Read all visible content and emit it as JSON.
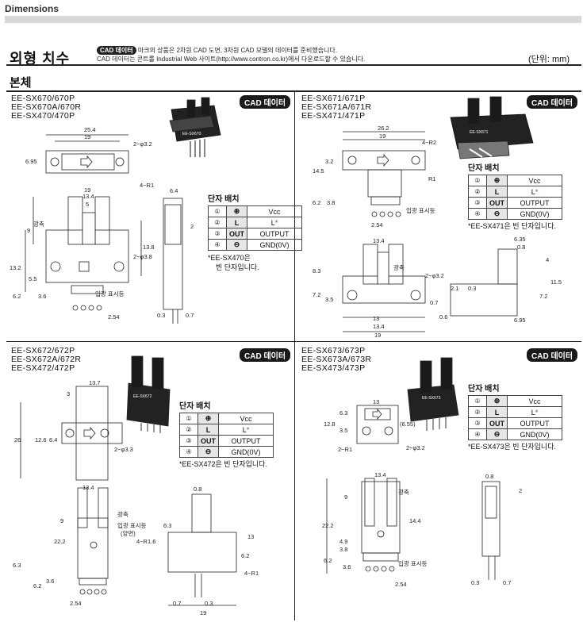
{
  "header": {
    "title": "Dimensions"
  },
  "section": {
    "title": "외형 치수",
    "badge": "CAD 데이터",
    "note_line1": " 마크의 상품은 2차원 CAD 도면, 3차원 CAD 모델의 데이터를 준비했습니다.",
    "note_line2": "CAD 데이터는 콘트롤 Industrial Web 사이트(http://www.contron.co.kr)에서 다운로드할 수 있습니다.",
    "unit": "(단위: mm)"
  },
  "subsection": {
    "title": "본체"
  },
  "cad_label": "CAD 데이터",
  "pin_title": "단자 배치",
  "pin_rows": [
    {
      "num": "①",
      "sym": "⊕",
      "func": "Vcc",
      "red": ""
    },
    {
      "num": "②",
      "sym": "L",
      "func": "L",
      "red": "*"
    },
    {
      "num": "③",
      "sym": "OUT",
      "func": "OUTPUT",
      "red": ""
    },
    {
      "num": "④",
      "sym": "⊖",
      "func": "GND(0V)",
      "red": ""
    }
  ],
  "panels": [
    {
      "models": [
        "EE-SX670/670P",
        "EE-SX670A/670R",
        "EE-SX470/470P"
      ],
      "pin_note_1": "*EE-SX470은",
      "pin_note_2": "빈 단자입니다.",
      "product_label": "EE-SX670"
    },
    {
      "models": [
        "EE-SX671/671P",
        "EE-SX671A/671R",
        "EE-SX471/471P"
      ],
      "pin_note_1": "*EE-SX471은 빈 단자입니다.",
      "pin_note_2": "",
      "product_label": "EE-SX671"
    },
    {
      "models": [
        "EE-SX672/672P",
        "EE-SX672A/672R",
        "EE-SX472/472P"
      ],
      "pin_note_1": "*EE-SX472은 빈 단자입니다.",
      "pin_note_2": "",
      "product_label": "EE-SX672"
    },
    {
      "models": [
        "EE-SX673/673P",
        "EE-SX673A/673R",
        "EE-SX473/473P"
      ],
      "pin_note_1": "*EE-SX473은 빈 단자입니다.",
      "pin_note_2": "",
      "product_label": "EE-SX673"
    }
  ],
  "drawing_labels": {
    "optical_axis": "광축",
    "entry_indicator": "입광 표시등",
    "entry_indicator_both": "입광 표시등",
    "both_sides": "(양면)"
  },
  "dims": {
    "p1": [
      "25.4",
      "19",
      "2−φ3.2",
      "6.95",
      "4−R1",
      "19",
      "13.4",
      "5",
      "9",
      "13.2",
      "5.5",
      "6.2",
      "3.6",
      "13.8",
      "2−φ3.8",
      "2.54",
      "6.4",
      "0.3",
      "0.7",
      "2"
    ],
    "p2": [
      "26.2",
      "19",
      "4−R2",
      "3.2",
      "14.5",
      "6.2",
      "3.8",
      "2.54",
      "R1",
      "13.4",
      "8.3",
      "7.2",
      "3.5",
      "13",
      "13.4",
      "19",
      "2−φ3.2",
      "2.1",
      "0.3",
      "0.7",
      "0.6",
      "6.35",
      "0.8",
      "11.5",
      "7.2",
      "6.95",
      "4"
    ],
    "p3": [
      "13.7",
      "3",
      "26",
      "12.6",
      "6.4",
      "2−φ3.3",
      "13.4",
      "9",
      "22.2",
      "6.3",
      "3.6",
      "6.2",
      "2.54",
      "6.3",
      "4−R1.6",
      "0.8",
      "13",
      "6.2",
      "4−R1",
      "0.7",
      "0.3",
      "19"
    ],
    "p4": [
      "13",
      "6.3",
      "12.8",
      "3.5",
      "2−R1",
      "(6.55)",
      "2−φ3.2",
      "13.4",
      "9",
      "14.4",
      "22.2",
      "4.9",
      "3.8",
      "6.2",
      "3.6",
      "2.54",
      "0.8",
      "2",
      "0.3",
      "0.7"
    ]
  }
}
